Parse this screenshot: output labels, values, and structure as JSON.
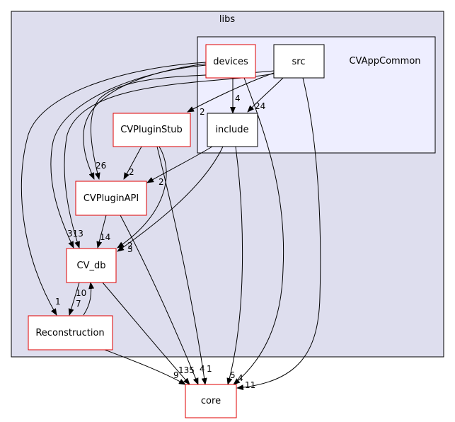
{
  "clusters": {
    "outer_label": "libs",
    "inner_label": "CVAppCommon"
  },
  "nodes": {
    "devices": "devices",
    "src": "src",
    "include": "include",
    "cvpluginstub": "CVPluginStub",
    "cvpluginapi": "CVPluginAPI",
    "cv_db": "CV_db",
    "reconstruction": "Reconstruction",
    "core": "core"
  },
  "edge_labels": {
    "devices_include": "4",
    "src_include": "24",
    "src_stub": "2",
    "stub_api": "2",
    "include_api": "2",
    "api_a": "26",
    "db_a": "313",
    "api_db": "14",
    "stub_db": "2",
    "db_b": "3",
    "db_recon": "7",
    "recon_db": "10",
    "recon_from": "1",
    "core_a": "9",
    "core_b": "135",
    "core_c": "4",
    "core_d": "1",
    "core_e": "5",
    "core_f": "4",
    "core_g": "11"
  }
}
